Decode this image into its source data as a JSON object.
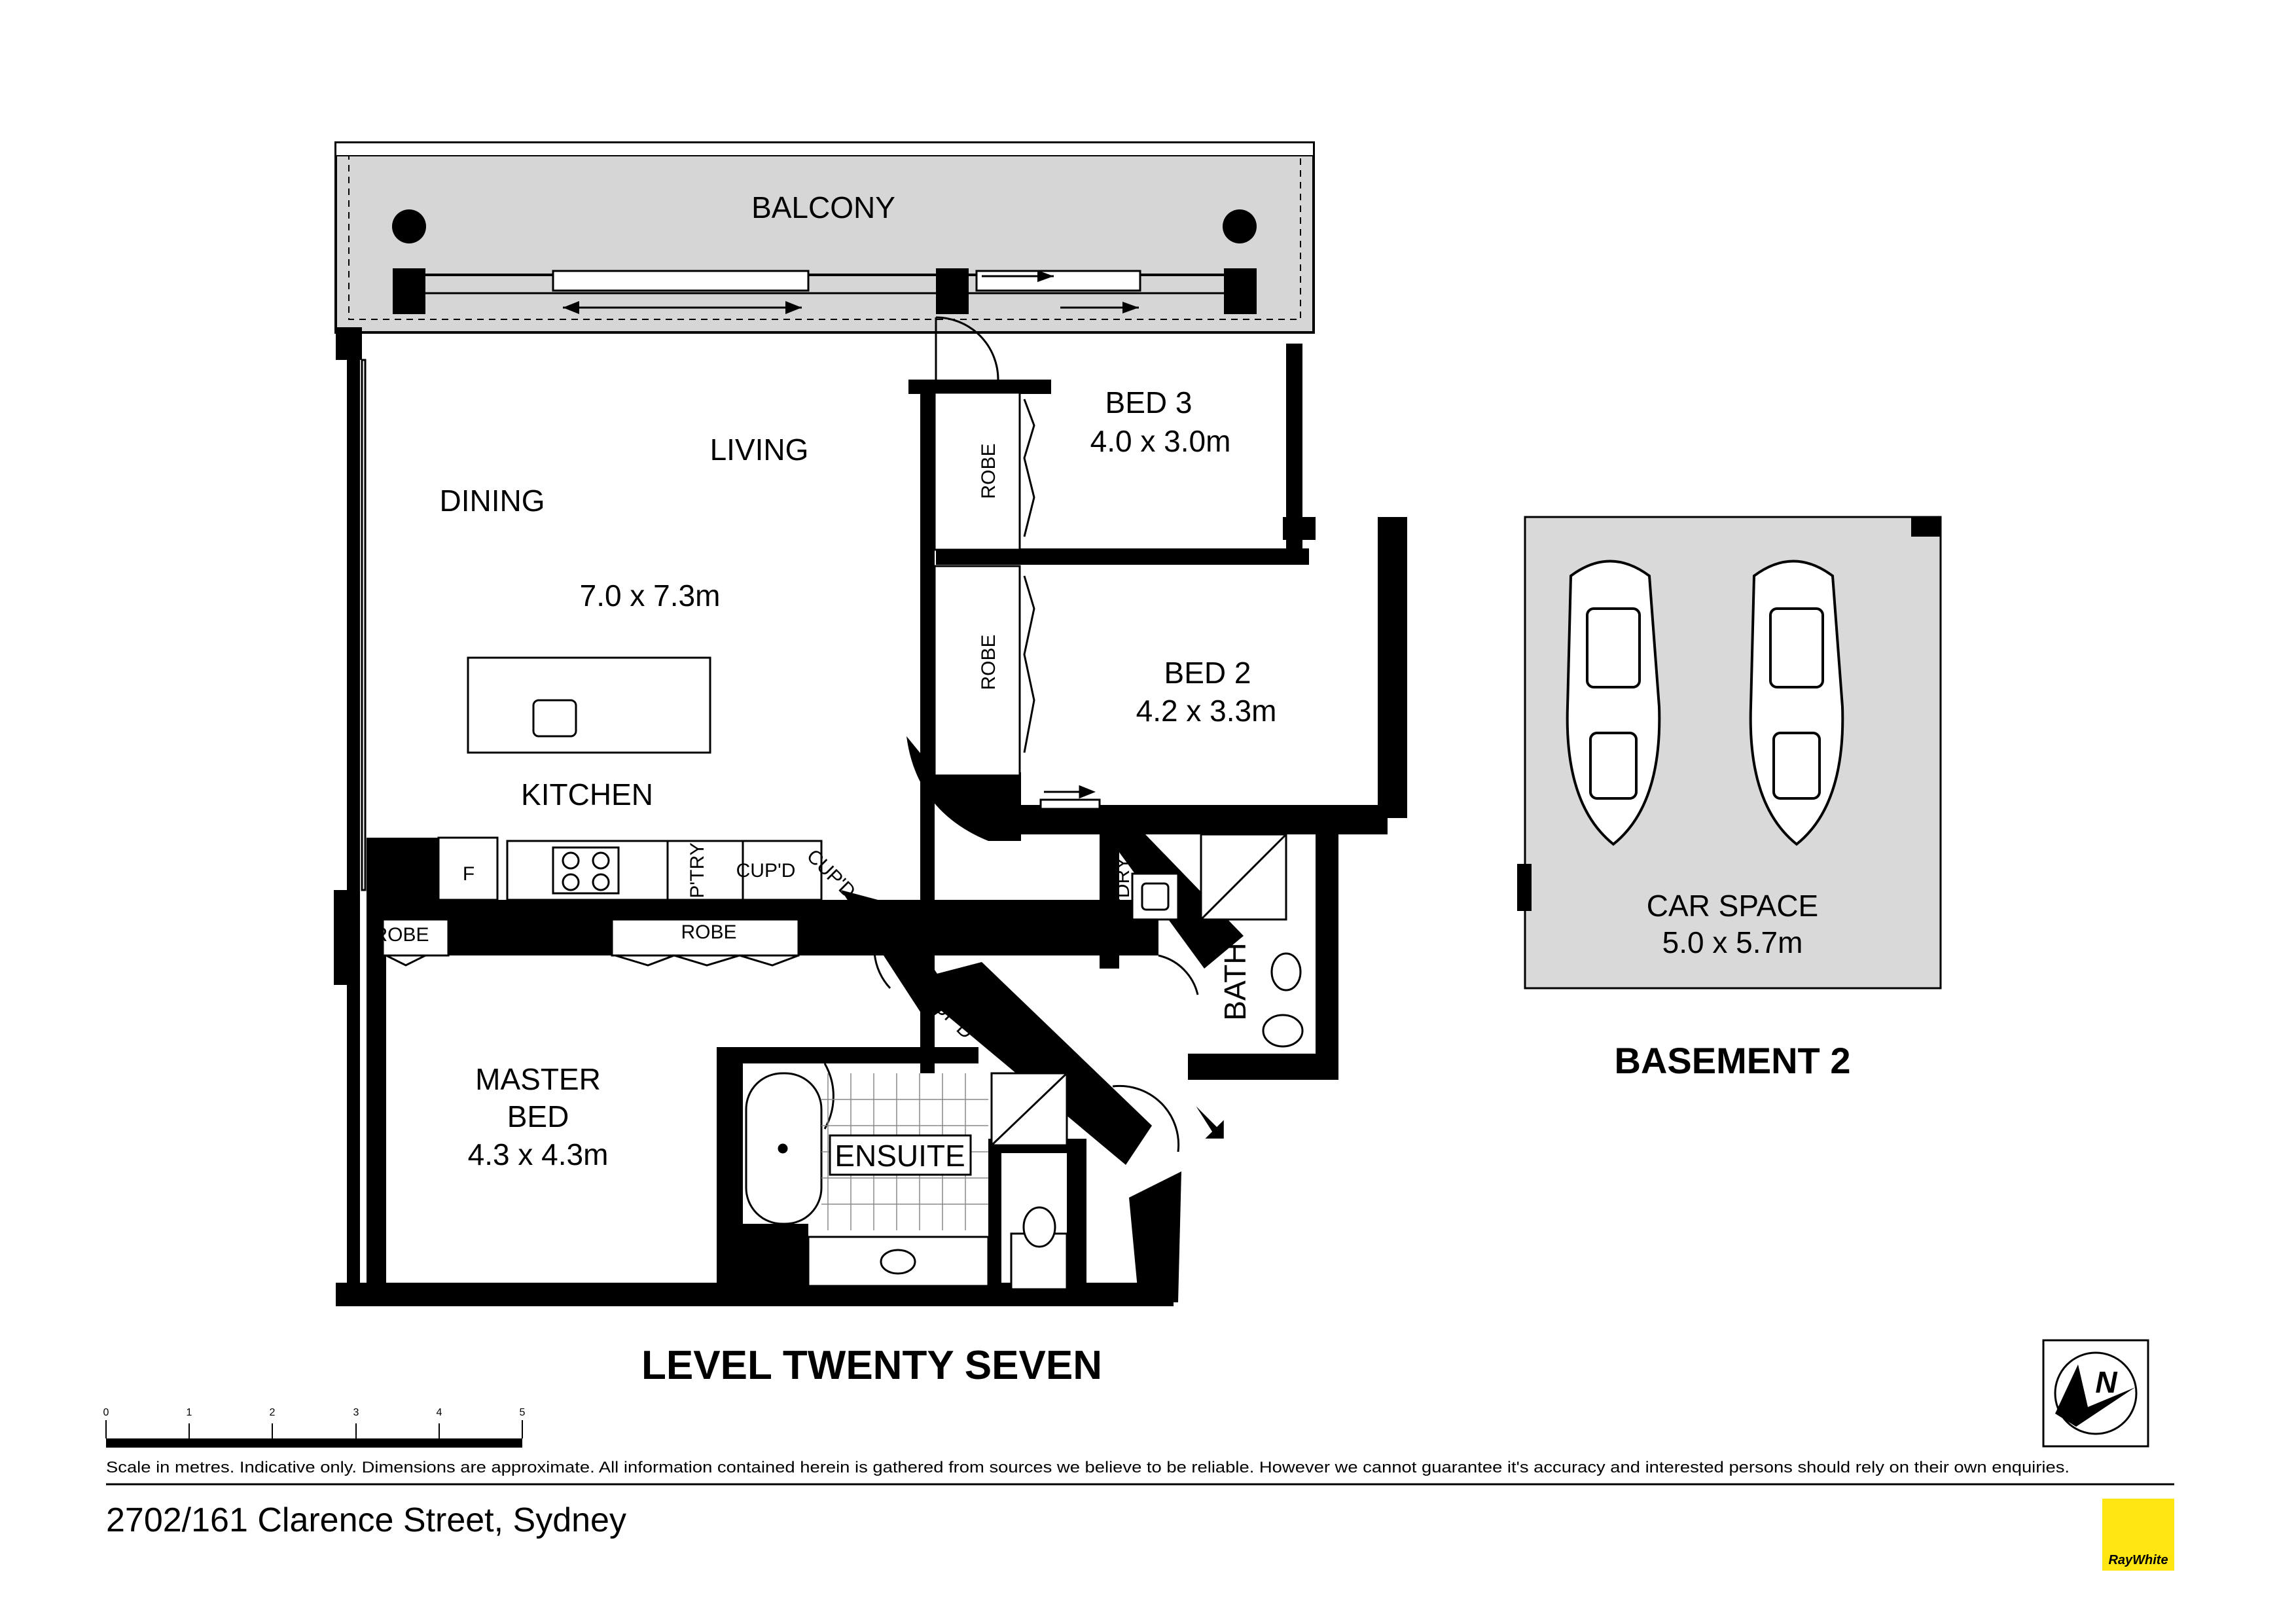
{
  "rooms": {
    "balcony": "BALCONY",
    "living": "LIVING",
    "dining": "DINING",
    "living_dims": "7.0 x 7.3m",
    "kitchen": "KITCHEN",
    "bed3": "BED 3",
    "bed3_dims": "4.0 x 3.0m",
    "bed2": "BED 2",
    "bed2_dims": "4.2 x 3.3m",
    "master_line1": "MASTER",
    "master_line2": "BED",
    "master_dims": "4.3 x 4.3m",
    "ensuite": "ENSUITE",
    "bath": "BATH",
    "laundry": "L'DRY",
    "robe": "ROBE",
    "fridge": "F",
    "pantry": "P'TRY",
    "cupboard": "CUP'D"
  },
  "car_space": {
    "label": "CAR SPACE",
    "dims": "5.0 x 5.7m",
    "level": "BASEMENT 2"
  },
  "level_title": "LEVEL TWENTY SEVEN",
  "scale": {
    "ticks": [
      "0",
      "1",
      "2",
      "3",
      "4",
      "5"
    ]
  },
  "compass": {
    "letter": "N"
  },
  "disclaimer": "Scale in metres. Indicative only. Dimensions are approximate. All information contained herein is gathered from sources we believe to be reliable. However we cannot guarantee it's accuracy and interested persons should rely on their own enquiries.",
  "address": "2702/161 Clarence Street, Sydney",
  "brand": {
    "name": "RayWhite",
    "color": "#FFE512"
  }
}
